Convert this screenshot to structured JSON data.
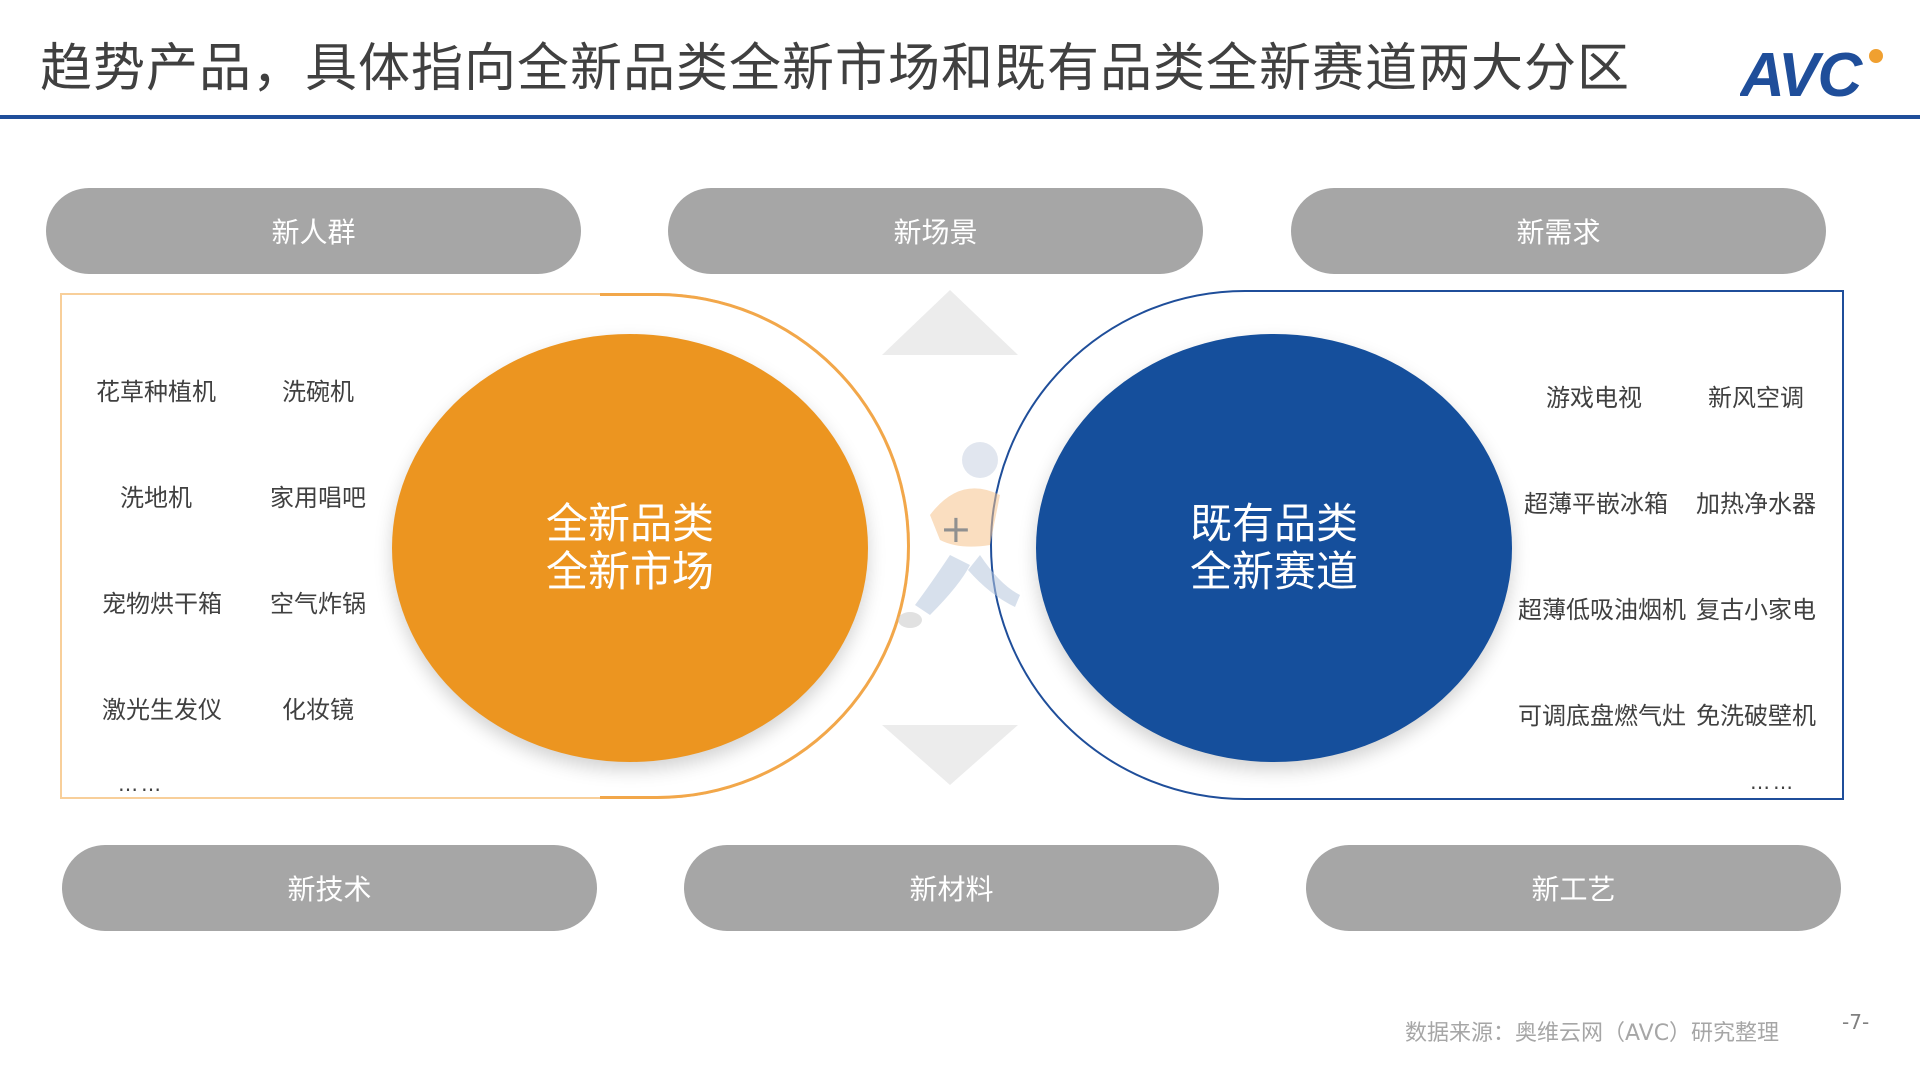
{
  "header": {
    "title": "趋势产品，具体指向全新品类全新市场和既有品类全新赛道两大分区",
    "logo_text": "AVC"
  },
  "top_pills": [
    "新人群",
    "新场景",
    "新需求"
  ],
  "bottom_pills": [
    "新技术",
    "新材料",
    "新工艺"
  ],
  "left_circle": {
    "line1": "全新品类",
    "line2": "全新市场"
  },
  "right_circle": {
    "line1": "既有品类",
    "line2": "全新赛道"
  },
  "center_symbol": "+",
  "left_items": [
    [
      "花草种植机",
      "洗碗机"
    ],
    [
      "洗地机",
      "家用唱吧"
    ],
    [
      "宠物烘干箱",
      "空气炸锅"
    ],
    [
      "激光生发仪",
      "化妆镜"
    ]
  ],
  "right_items": [
    [
      "游戏电视",
      "新风空调"
    ],
    [
      "超薄平嵌冰箱",
      "加热净水器"
    ],
    [
      "超薄低吸油烟机",
      "复古小家电"
    ],
    [
      "可调底盘燃气灶",
      "免洗破壁机"
    ]
  ],
  "ellipsis_left": "……",
  "ellipsis_right": "……",
  "footer": {
    "source": "数据来源：奥维云网（AVC）研究整理",
    "page": "-7-"
  },
  "colors": {
    "orange": "#ec9520",
    "blue": "#154f9c",
    "pill_gray": "#a6a6a6",
    "rule_blue": "#1f4e9a"
  }
}
